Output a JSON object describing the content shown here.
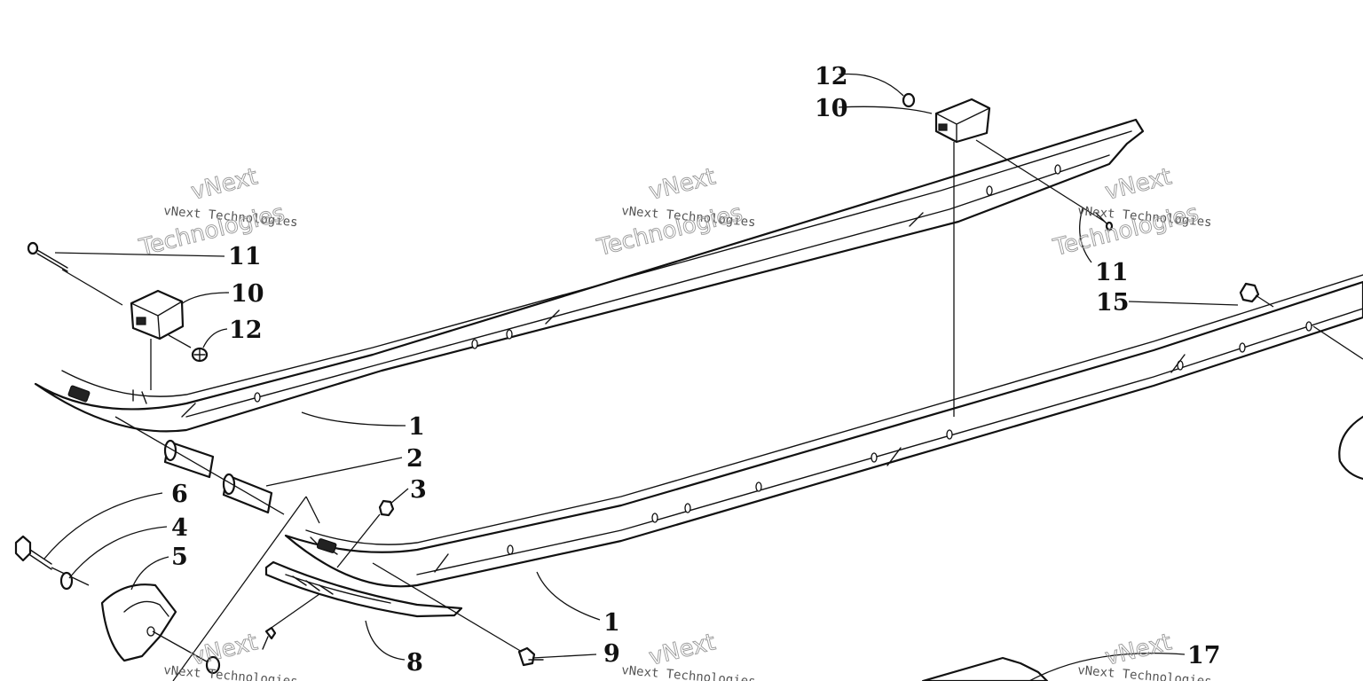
{
  "callouts": {
    "c1a": "1",
    "c1b": "1",
    "c2": "2",
    "c3": "3",
    "c4": "4",
    "c5": "5",
    "c6": "6",
    "c8": "8",
    "c9": "9",
    "c10a": "10",
    "c10b": "10",
    "c11a": "11",
    "c11b": "11",
    "c12a": "12",
    "c12b": "12",
    "c15": "15",
    "c17": "17"
  },
  "watermark": {
    "line1": "vNext Technologies",
    "line2": "vNext",
    "line3": "Technologies"
  }
}
